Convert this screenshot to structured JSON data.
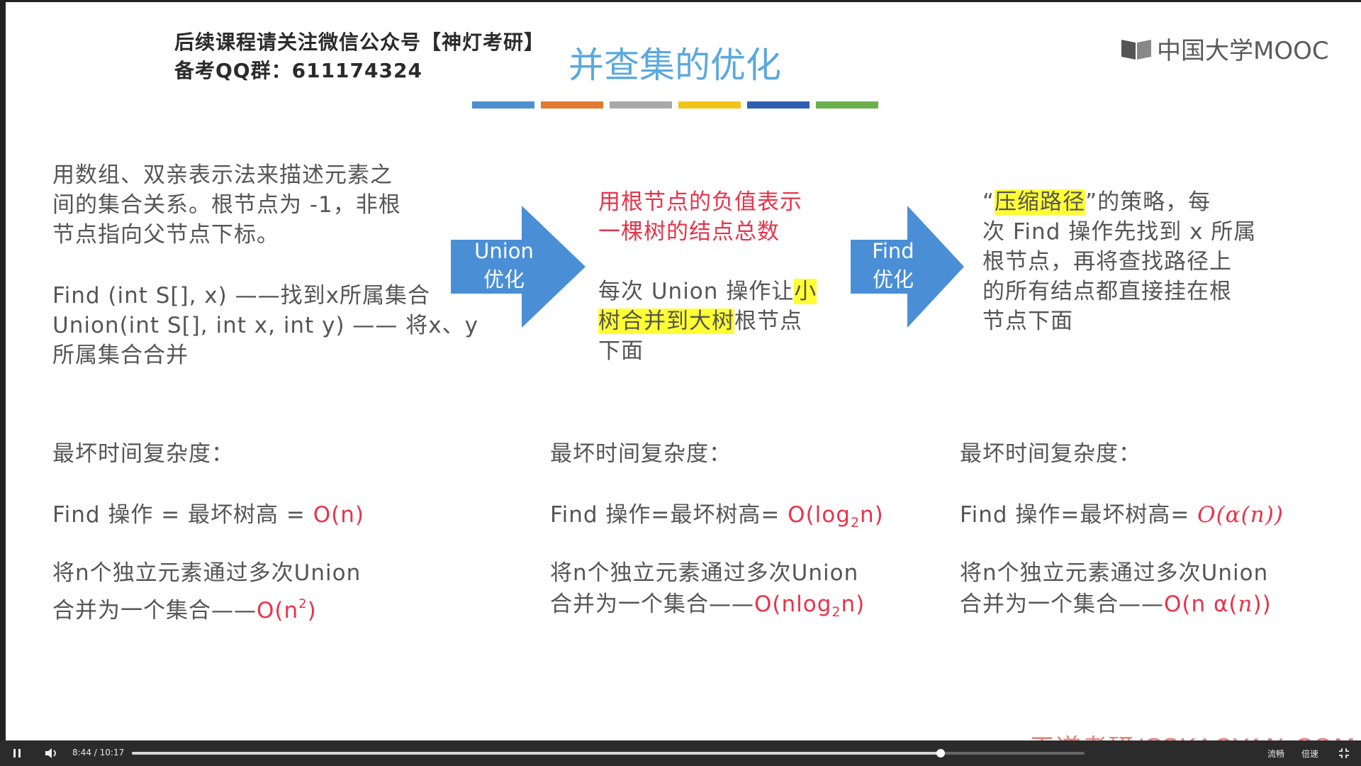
{
  "watermark": {
    "line1": "后续课程请关注微信公众号【神灯考研】",
    "line2": "备考QQ群：611174324"
  },
  "slide": {
    "title": "并查集的优化",
    "logo_text": "中国大学MOOC",
    "credit": "王道考研/CSKAOYAN.COM",
    "color_bars": [
      "#4f8fcf",
      "#e07a2e",
      "#a8a8a8",
      "#f2c417",
      "#2d5fb1",
      "#6ab04c"
    ],
    "left": {
      "line1": "用数组、双亲表示法来描述元素之",
      "line2": "间的集合关系。根节点为 -1，非根",
      "line3": "节点指向父节点下标。",
      "find": "Find (int S[], x) ——找到x所属集合",
      "union1": "Union(int S[], int x, int y) —— 将x、y",
      "union2": "所属集合合并"
    },
    "arrow_union": {
      "line1": "Union",
      "line2": "优化"
    },
    "middle": {
      "red1": "用根节点的负值表示",
      "red2": "一棵树的结点总数",
      "p1": "每次 Union 操作让",
      "hl1": "小",
      "hl2": "树合并到大树",
      "p2": "根节点",
      "p3": "下面"
    },
    "arrow_find": {
      "line1": "Find",
      "line2": "优化"
    },
    "right": {
      "q_open": "“",
      "hl": "压缩路径",
      "q_close": "”的策略，每",
      "line2": "次 Find 操作先找到 x 所属",
      "line3": "根节点，再将查找路径上",
      "line4": "的所有结点都直接挂在根",
      "line5": "节点下面"
    },
    "complexity": {
      "heading": "最坏时间复杂度：",
      "col1": {
        "find_prefix": "Find 操作 = 最坏树高 = ",
        "find_value": "O(n)",
        "union_line1": "将n个独立元素通过多次Union",
        "union_prefix": "合并为一个集合——",
        "union_value_a": "O(n",
        "union_sup": "2",
        "union_value_b": ")"
      },
      "col2": {
        "find_prefix": "Find 操作=最坏树高= ",
        "find_value_a": "O(log",
        "find_sub": "2",
        "find_value_b": "n)",
        "union_line1": "将n个独立元素通过多次Union",
        "union_prefix": "合并为一个集合——",
        "union_value_a": "O(nlog",
        "union_sub": "2",
        "union_value_b": "n)"
      },
      "col3": {
        "find_prefix": "Find 操作=最坏树高= ",
        "find_value_a": "O(α(",
        "find_n": "n",
        "find_value_b": "))",
        "union_line1": "将n个独立元素通过多次Union",
        "union_prefix": "合并为一个集合——",
        "union_value_a": "O(n α(",
        "union_n": "n",
        "union_value_b": "))"
      }
    }
  },
  "player": {
    "time_current": "8:44",
    "time_separator": "/",
    "time_total": "10:17",
    "progress_fraction": 0.8493,
    "quality_label": "流畅",
    "speed_label": "倍速",
    "icons": [
      "pause-icon",
      "volume-icon",
      "exit-fullscreen-icon"
    ]
  }
}
